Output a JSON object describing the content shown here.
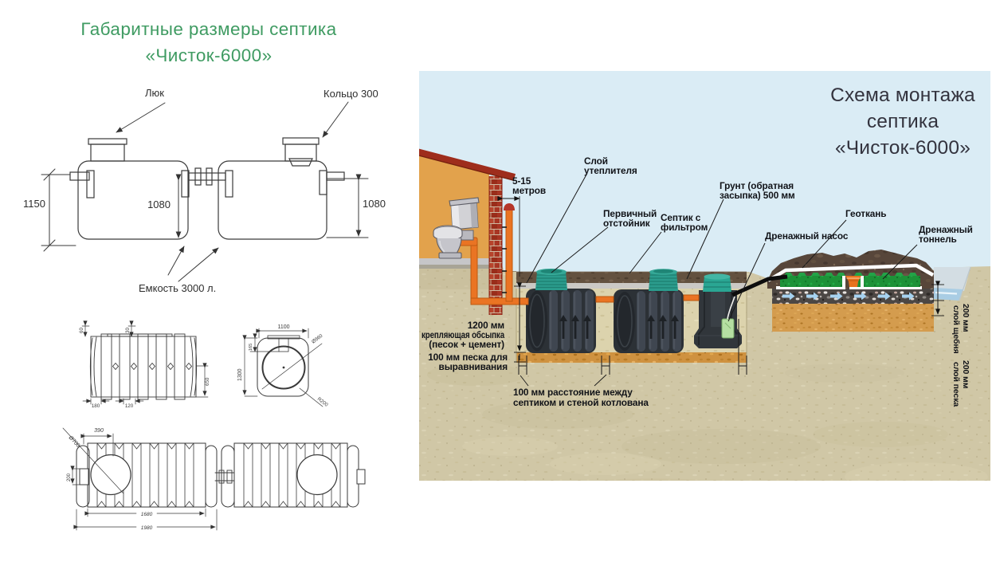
{
  "colors": {
    "left_title_green": "#3f9b62",
    "right_title_dark": "#33333e",
    "drawing_line": "#3a3a3a",
    "sky": "#daecf5",
    "sand": "#cfc6a3",
    "pit_sand": "#dbd2ae",
    "pit_gravel_orange": "#d7983e",
    "backfill_brown": "#5f4e3e",
    "insulation_gray": "#cbc9c5",
    "house_wall_orange": "#e2a24c",
    "roof_red": "#9e2d1c",
    "brick_red": "#ab3523",
    "pipe_orange": "#ea7423",
    "tank_dark": "#33383d",
    "riser_teal": "#2b9c8d",
    "tunnel_green": "#1c9a3a",
    "geotextile_white": "#ffffff",
    "rubble_dark": "#4a4543",
    "drain_sand_orange": "#d69a42",
    "water_blue": "#a9cde4",
    "arrow_blue": "#8fc6ec",
    "pump_tag_green": "#b5dfa2",
    "label_black": "#111318"
  },
  "left_panel": {
    "title": [
      "Габаритные размеры септика",
      "«Чисток-6000»"
    ],
    "elevation": {
      "hatch_label": "Люк",
      "ring_label": "Кольцо 300",
      "dim_total_height": "1150",
      "dim_left_tank_height": "1080",
      "dim_right_tank_height": "1080",
      "capacity_label": "Емкость 3000 л."
    },
    "side_view": {
      "dim_top_left": "60",
      "dim_top_mid": "30",
      "dim_right": "650",
      "dim_bottom_left": "180",
      "dim_bottom_mid": "120"
    },
    "end_view": {
      "dim_width": "1100",
      "dim_top_offset": "165",
      "dim_height": "1300",
      "dim_diameter": "Ø960",
      "dim_radius": "R200"
    },
    "plan_view": {
      "dim_manhole": "Ø700",
      "dim_top": "390",
      "dim_nub": "200",
      "dim_body_length": "1680",
      "dim_total_length": "1980"
    }
  },
  "right_panel": {
    "title": [
      "Схема монтажа",
      "септика",
      "«Чисток-6000»"
    ],
    "labels": {
      "distance": [
        "5-15",
        "метров"
      ],
      "insulation": [
        "Слой",
        "утеплителя"
      ],
      "primary_tank": [
        "Первичный",
        "отстойник"
      ],
      "filter_tank": [
        "Септик с",
        "фильтром"
      ],
      "backfill": [
        "Грунт (обратная",
        "засыпка) 500 мм"
      ],
      "drain_pump": "Дренажный насос",
      "geotextile": "Геоткань",
      "drain_tunnel": [
        "Дренажный",
        "тоннель"
      ],
      "depth": "1200 мм",
      "anchoring": [
        "крепляющая обсыпка",
        "(песок + цемент)"
      ],
      "leveling": [
        "100 мм песка для",
        "выравнивания"
      ],
      "clearance": [
        "100 мм расстояние между",
        "септиком и стеной котлована"
      ],
      "gravel_layer": [
        "200 мм",
        "слой щебня"
      ],
      "sand_layer": [
        "200 мм",
        "слой песка"
      ]
    }
  }
}
